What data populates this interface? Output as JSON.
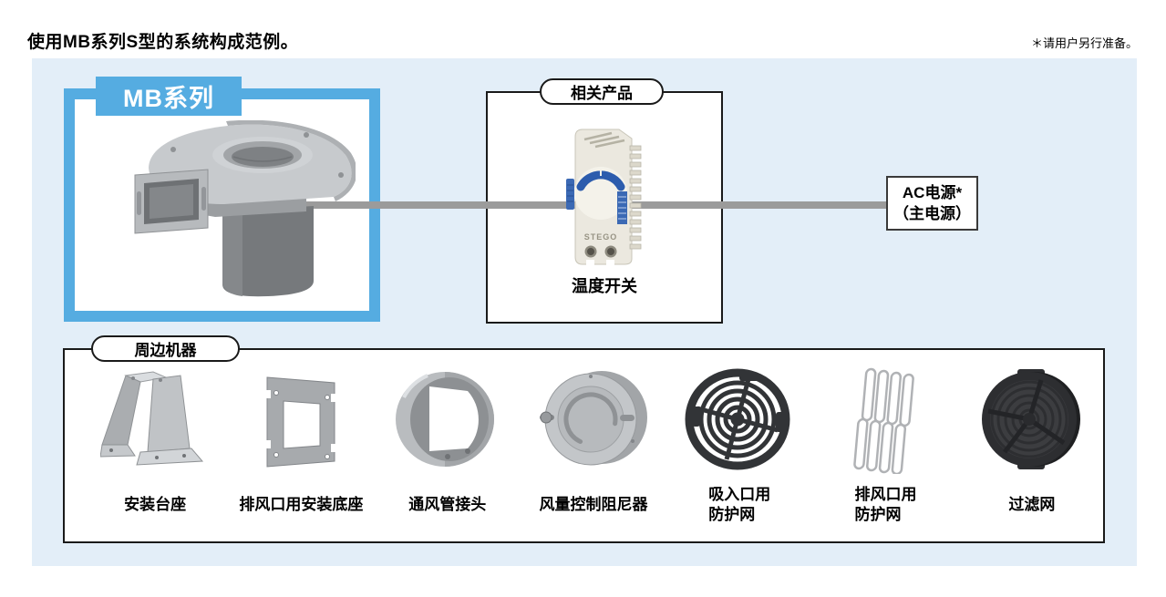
{
  "header": {
    "title": "使用MB系列S型的系统构成范例。",
    "note": "＊请用户另行准备。"
  },
  "colors": {
    "accent_blue": "#55ace1",
    "panel_background": "#e3eef8",
    "connector_gray": "#9b9b9b",
    "box_border": "#1a1a1a"
  },
  "mb_box": {
    "label": "MB系列",
    "product_icon": "blower-icon"
  },
  "related_box": {
    "label": "相关产品",
    "product_name": "温度开关",
    "product_icon": "thermostat-icon"
  },
  "ac_power": {
    "line1": "AC电源*",
    "line2": "（主电源）"
  },
  "peripherals_box": {
    "label": "周边机器",
    "items": [
      {
        "name": "安装台座",
        "icon": "mounting-base-icon"
      },
      {
        "name": "排风口用安装底座",
        "icon": "exhaust-mounting-plate-icon"
      },
      {
        "name": "通风管接头",
        "icon": "duct-joint-icon"
      },
      {
        "name": "风量控制阻尼器",
        "icon": "airflow-damper-icon"
      },
      {
        "name": "吸入口用\n防护网",
        "icon": "intake-guard-icon"
      },
      {
        "name": "排风口用\n防护网",
        "icon": "exhaust-wire-guard-icon"
      },
      {
        "name": "过滤网",
        "icon": "filter-icon"
      }
    ]
  }
}
